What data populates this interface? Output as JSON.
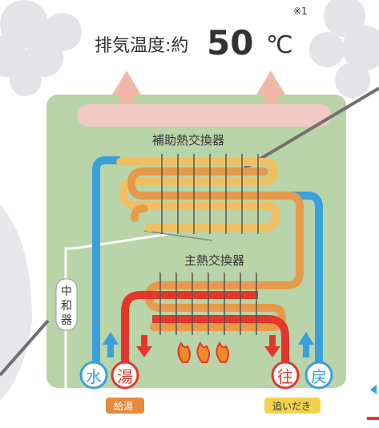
{
  "header": {
    "exhaust_prefix": "排気温度:約",
    "exhaust_value": "50",
    "exhaust_unit": "℃",
    "footnote_mark": "※1"
  },
  "labels": {
    "secondary_exchanger": "補助熱交換器",
    "primary_exchanger": "主熱交換器",
    "neutralizer": [
      "中",
      "和",
      "器"
    ]
  },
  "ports": {
    "water": "水",
    "hot_water": "湯",
    "outgoing": "往",
    "return": "戻"
  },
  "port_tags": {
    "hot_water_supply": "給湯",
    "reheat": "追いだき"
  },
  "colors": {
    "panel": "#b9d4a8",
    "cold_pipe": "#3aa0dc",
    "hot_pipe": "#e2382c",
    "secondary_coil": "#f0c060",
    "primary_coil": "#e89a4c",
    "exhaust_arrow": "#f0b8a8",
    "steam": "#e6e6ea"
  }
}
